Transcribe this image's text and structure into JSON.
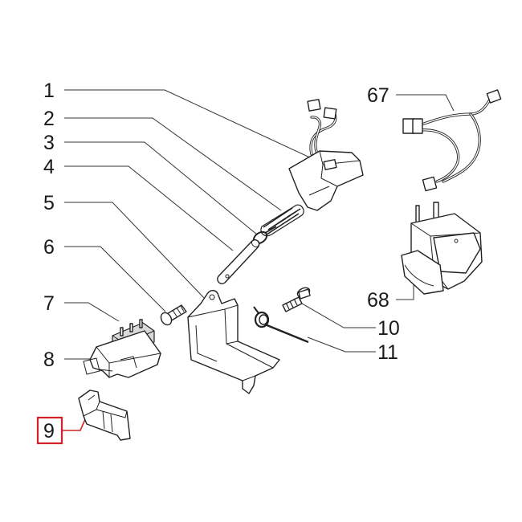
{
  "callouts": [
    {
      "id": "1",
      "label": "1"
    },
    {
      "id": "2",
      "label": "2"
    },
    {
      "id": "3",
      "label": "3"
    },
    {
      "id": "4",
      "label": "4"
    },
    {
      "id": "5",
      "label": "5"
    },
    {
      "id": "6",
      "label": "6"
    },
    {
      "id": "7",
      "label": "7"
    },
    {
      "id": "8",
      "label": "8"
    },
    {
      "id": "9",
      "label": "9"
    },
    {
      "id": "10",
      "label": "10"
    },
    {
      "id": "11",
      "label": "11"
    },
    {
      "id": "67",
      "label": "67"
    },
    {
      "id": "68",
      "label": "68"
    }
  ],
  "highlight": {
    "callout": "9",
    "color": "#d42027"
  },
  "colors": {
    "line": "#222222",
    "fill": "#ffffff",
    "shade": "#d9d9d9"
  }
}
